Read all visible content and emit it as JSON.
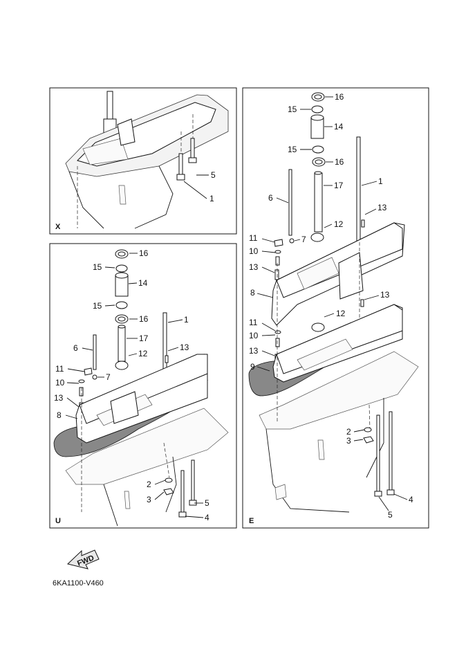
{
  "panels": {
    "x": {
      "letter": "X",
      "callouts": [
        "5",
        "1"
      ]
    },
    "u": {
      "letter": "U",
      "callouts": [
        "16",
        "15",
        "14",
        "15",
        "16",
        "1",
        "17",
        "6",
        "12",
        "13",
        "11",
        "7",
        "10",
        "13",
        "8",
        "2",
        "3",
        "5",
        "4"
      ]
    },
    "e": {
      "letter": "E",
      "callouts": [
        "16",
        "15",
        "14",
        "15",
        "16",
        "17",
        "1",
        "6",
        "13",
        "12",
        "11",
        "7",
        "10",
        "13",
        "8",
        "13",
        "12",
        "11",
        "10",
        "13",
        "9",
        "2",
        "3",
        "4",
        "5"
      ]
    }
  },
  "fwd_label": "FWD",
  "diagram_code": "6KA1100-V460"
}
